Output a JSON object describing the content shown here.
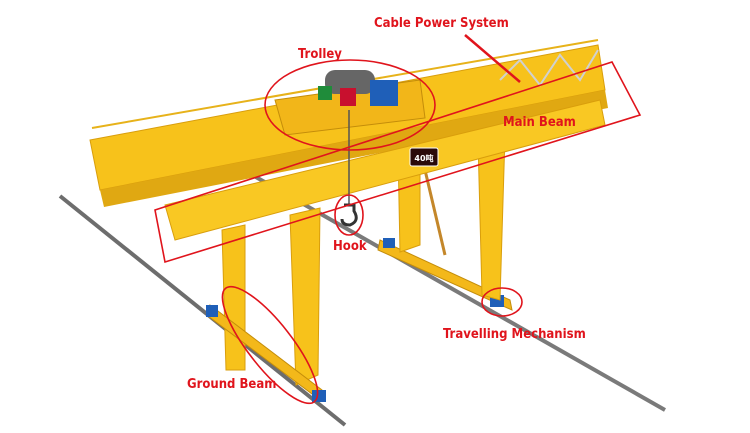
{
  "diagram": {
    "labels": {
      "cable_power_system": "Cable Power System",
      "trolley": "Trolley",
      "main_beam": "Main Beam",
      "hook": "Hook",
      "travelling_mechanism": "Travelling Mechanism",
      "ground_beam": "Ground Beam"
    },
    "capacity_sign": "40吨",
    "colors": {
      "crane_yellow": "#f7c21b",
      "crane_shadow": "#d99e0c",
      "annotation_red": "#e0141c",
      "motor_blue": "#1f5fb8",
      "rail_gray": "#6d6d6d"
    }
  }
}
